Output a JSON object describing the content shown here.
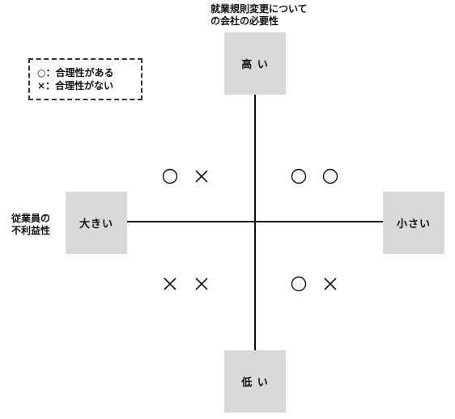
{
  "vertical_axis": {
    "title": "就業規則変更について\nの会社の必要性",
    "top_label": "高 い",
    "bottom_label": "低 い"
  },
  "horizontal_axis": {
    "title": "従業員の\n不利益性",
    "left_label": "大きい",
    "right_label": "小さい"
  },
  "legend": {
    "circle": "○：合理性がある",
    "cross": "×：合理性がない"
  },
  "quadrants": {
    "top_left": [
      "circle",
      "cross"
    ],
    "top_right": [
      "circle",
      "circle"
    ],
    "bottom_left": [
      "cross",
      "cross"
    ],
    "bottom_right": [
      "circle",
      "cross"
    ]
  }
}
